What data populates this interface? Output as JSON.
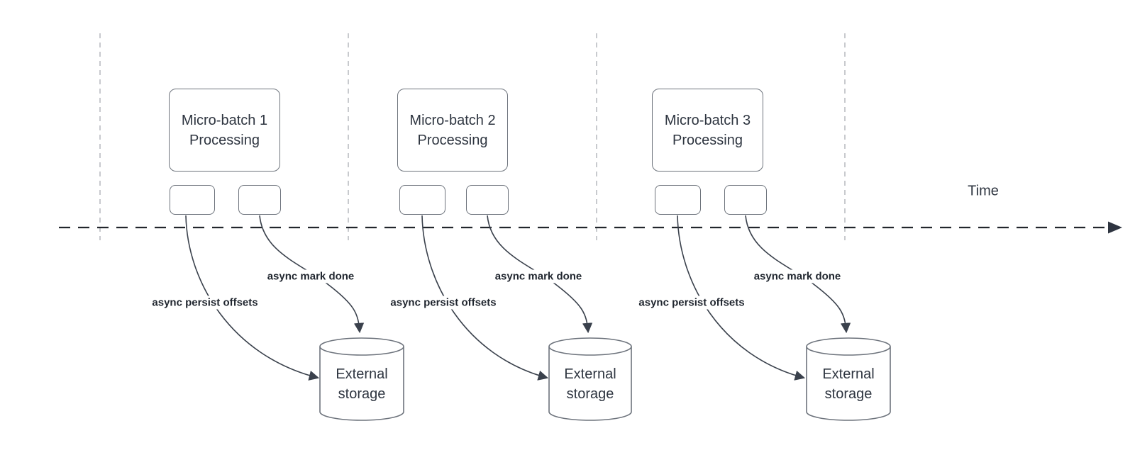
{
  "diagram": {
    "time_axis_label": "Time",
    "batches": [
      {
        "process_label": "Micro-batch 1\nProcessing",
        "persist_label": "async persist offsets",
        "done_label": "async mark done",
        "storage_label": "External\nstorage"
      },
      {
        "process_label": "Micro-batch 2\nProcessing",
        "persist_label": "async persist offsets",
        "done_label": "async mark done",
        "storage_label": "External\nstorage"
      },
      {
        "process_label": "Micro-batch 3\nProcessing",
        "persist_label": "async persist offsets",
        "done_label": "async mark done",
        "storage_label": "External\nstorage"
      }
    ],
    "colors": {
      "shape_border": "#6d737c",
      "edge_stroke": "#3a414c",
      "timeline_stroke": "#22262c",
      "gridline_stroke": "#b5b9be",
      "label_text": "#20262f",
      "shape_text": "#2e3540",
      "background": "#ffffff"
    }
  }
}
